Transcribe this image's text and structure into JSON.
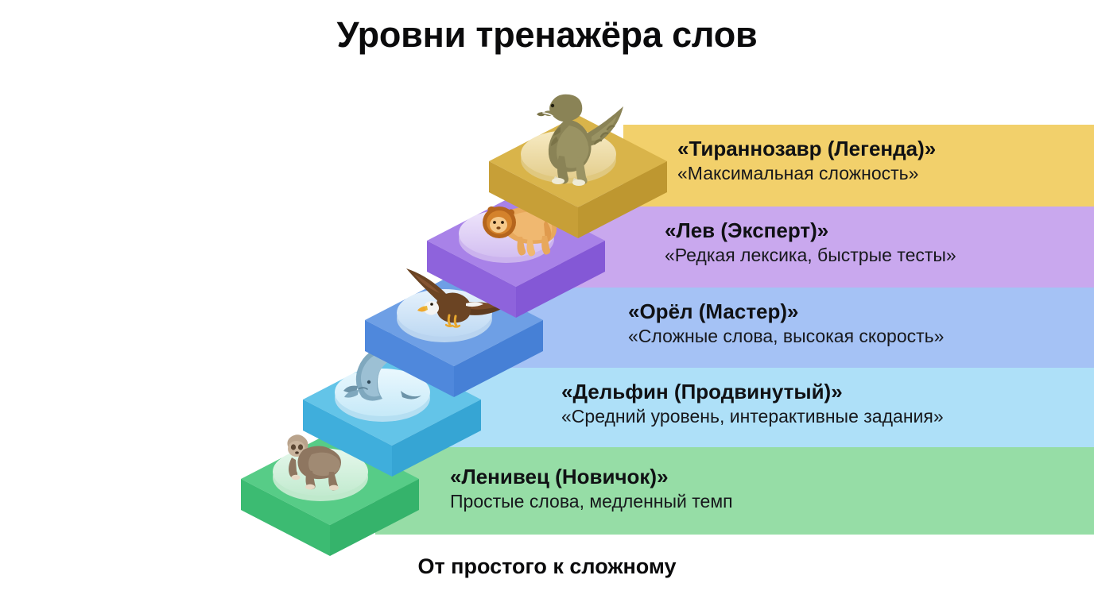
{
  "page": {
    "title": "Уровни тренажёра слов",
    "footer": "От простого к сложному",
    "background": "#ffffff",
    "title_color": "#0b0b0c"
  },
  "levels": [
    {
      "id": "tyrannosaurus",
      "rank": 5,
      "title": "«Тираннозавр (Легенда)»",
      "subtitle": "«Максимальная сложность»",
      "animal": "tyrannosaurus-rex",
      "animal_icon": "dinosaur-icon",
      "band_color": "#F2D06B",
      "block_top_color": "#D9B44A",
      "block_left_color": "#C79F37",
      "block_right_color": "#BE9730",
      "pedestal_color": "#EFDCA0",
      "text_color": "#101114"
    },
    {
      "id": "lion",
      "rank": 4,
      "title": "«Лев (Эксперт)»",
      "subtitle": "«Редкая лексика, быстрые тесты»",
      "animal": "lion",
      "animal_icon": "lion-icon",
      "band_color": "#C9A8EE",
      "block_top_color": "#A882E8",
      "block_left_color": "#8E63DC",
      "block_right_color": "#8458D6",
      "pedestal_color": "#DCCBF4",
      "text_color": "#101114"
    },
    {
      "id": "eagle",
      "rank": 3,
      "title": "«Орёл (Мастер)»",
      "subtitle": "«Сложные слова, высокая скорость»",
      "animal": "eagle",
      "animal_icon": "eagle-icon",
      "band_color": "#A5C2F5",
      "block_top_color": "#6E9FE5",
      "block_left_color": "#4F88DC",
      "block_right_color": "#4680D6",
      "pedestal_color": "#CFE3F7",
      "text_color": "#101114"
    },
    {
      "id": "dolphin",
      "rank": 2,
      "title": "«Дельфин (Продвинутый)»",
      "subtitle": "«Средний уровень, интерактивные задания»",
      "animal": "dolphin",
      "animal_icon": "dolphin-icon",
      "band_color": "#AEE0F8",
      "block_top_color": "#63C4E8",
      "block_left_color": "#3FAEDC",
      "block_right_color": "#36A5D4",
      "pedestal_color": "#D7F0FB",
      "text_color": "#101114"
    },
    {
      "id": "sloth",
      "rank": 1,
      "title": "«Ленивец (Новичок)»",
      "subtitle": "Простые слова, медленный темп",
      "animal": "sloth",
      "animal_icon": "sloth-icon",
      "band_color": "#96DDA6",
      "block_top_color": "#57CC87",
      "block_left_color": "#3CBB72",
      "block_right_color": "#35B36B",
      "pedestal_color": "#D3F2DC",
      "text_color": "#101114"
    }
  ]
}
